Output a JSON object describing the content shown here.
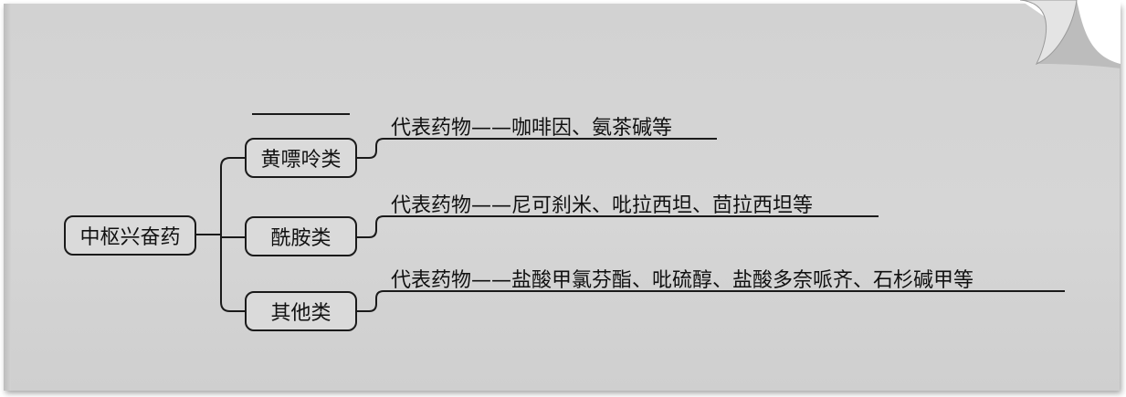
{
  "diagram": {
    "root": "中枢兴奋药",
    "categories": [
      {
        "name": "黄嘌呤类",
        "representative": "代表药物——咖啡因、氨茶碱等"
      },
      {
        "name": "酰胺类",
        "representative": "代表药物——尼可刹米、吡拉西坦、茴拉西坦等"
      },
      {
        "name": "其他类",
        "representative": "代表药物——盐酸甲氯芬酯、吡硫醇、盐酸多奈哌齐、石杉碱甲等"
      }
    ]
  }
}
